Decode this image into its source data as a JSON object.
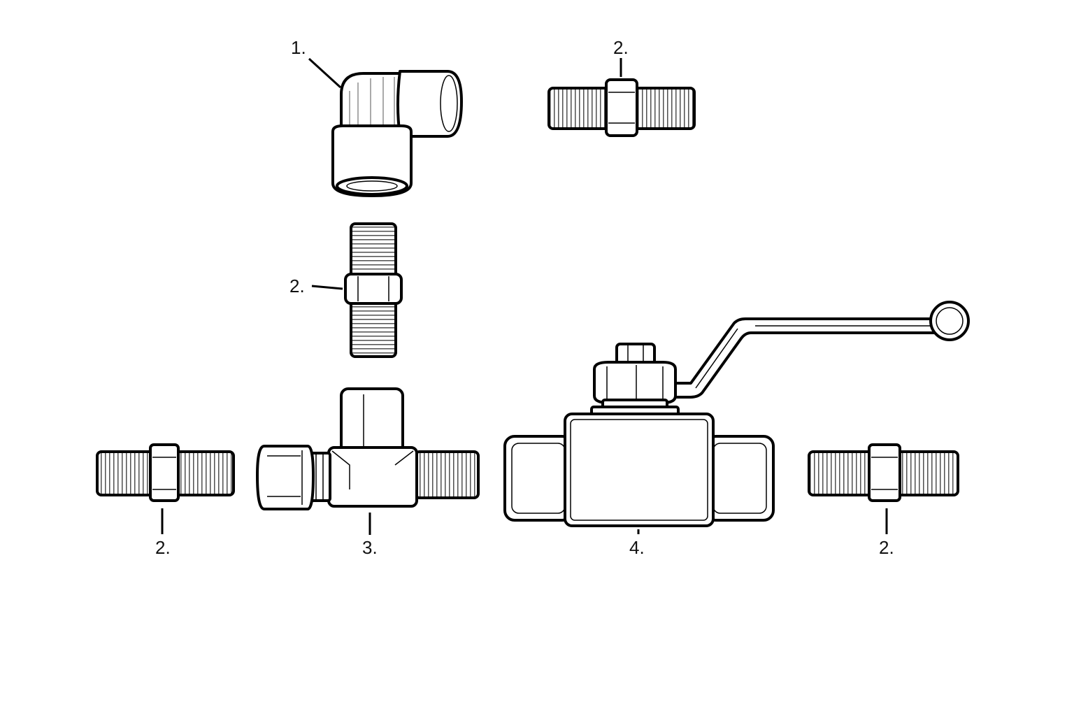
{
  "colors": {
    "stroke": "#000000",
    "fill": "#ffffff",
    "background": "#ffffff"
  },
  "parts": {
    "elbow": {
      "label": "1."
    },
    "nipple_top": {
      "label": "2."
    },
    "nipple_mid": {
      "label": "2."
    },
    "nipple_left": {
      "label": "2."
    },
    "tee": {
      "label": "3."
    },
    "valve": {
      "label": "4."
    },
    "nipple_right": {
      "label": "2."
    }
  }
}
